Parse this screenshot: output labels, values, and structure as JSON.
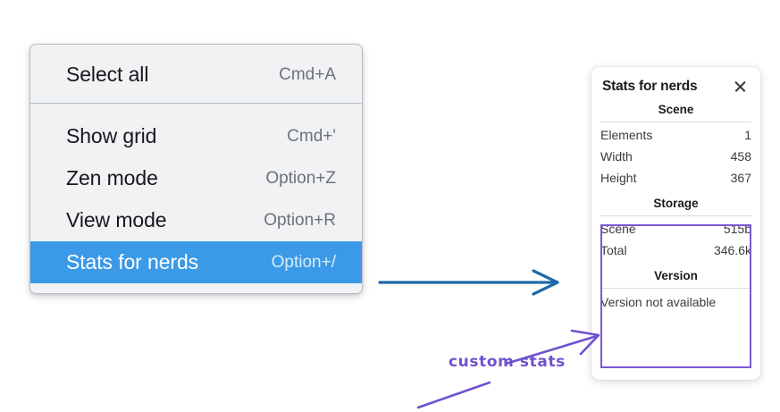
{
  "menu": {
    "groups": [
      {
        "items": [
          {
            "label": "Select all",
            "shortcut": "Cmd+A",
            "selected": false
          }
        ]
      },
      {
        "items": [
          {
            "label": "Show grid",
            "shortcut": "Cmd+'",
            "selected": false
          },
          {
            "label": "Zen mode",
            "shortcut": "Option+Z",
            "selected": false
          },
          {
            "label": "View mode",
            "shortcut": "Option+R",
            "selected": false
          },
          {
            "label": "Stats for nerds",
            "shortcut": "Option+/",
            "selected": true
          }
        ]
      }
    ]
  },
  "stats_panel": {
    "title": "Stats for nerds",
    "close_icon": "close-icon",
    "sections": [
      {
        "name": "scene",
        "title": "Scene",
        "rows": [
          {
            "key": "Elements",
            "value": "1"
          },
          {
            "key": "Width",
            "value": "458"
          },
          {
            "key": "Height",
            "value": "367"
          }
        ]
      },
      {
        "name": "storage",
        "title": "Storage",
        "rows": [
          {
            "key": "Scene",
            "value": "515b"
          },
          {
            "key": "Total",
            "value": "346.6k"
          }
        ]
      },
      {
        "name": "version",
        "title": "Version",
        "single": "Version not available"
      }
    ]
  },
  "annotations": {
    "handwritten_label": "custom stats",
    "purple": "#6f52cf",
    "blue": "#1f6aa8",
    "highlight_color": "#7b57d6"
  }
}
